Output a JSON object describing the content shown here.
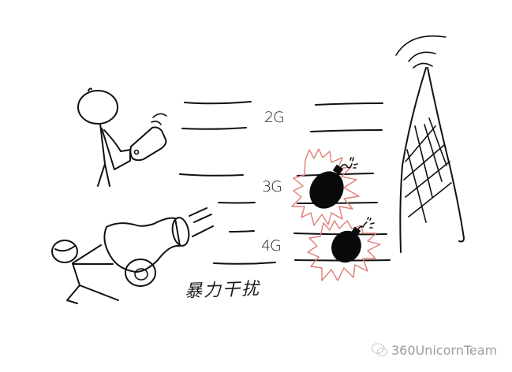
{
  "illustration": {
    "bands": [
      {
        "label": "2G",
        "jammed": false
      },
      {
        "label": "3G",
        "jammed": true
      },
      {
        "label": "4G",
        "jammed": true
      }
    ],
    "caption": "暴力干扰",
    "characters": {
      "phone_user": "stick-figure-holding-phone",
      "attacker": "stick-figure-with-cannon"
    },
    "tower": "cell-tower-icon",
    "jamming_marker": "bomb-icon"
  },
  "watermark": {
    "icon": "wechat-icon",
    "text": "360UnicornTeam"
  },
  "colors": {
    "ink": "#111111",
    "explosion": "#e07d78",
    "watermark": "#9c9c9c",
    "background": "#ffffff"
  }
}
